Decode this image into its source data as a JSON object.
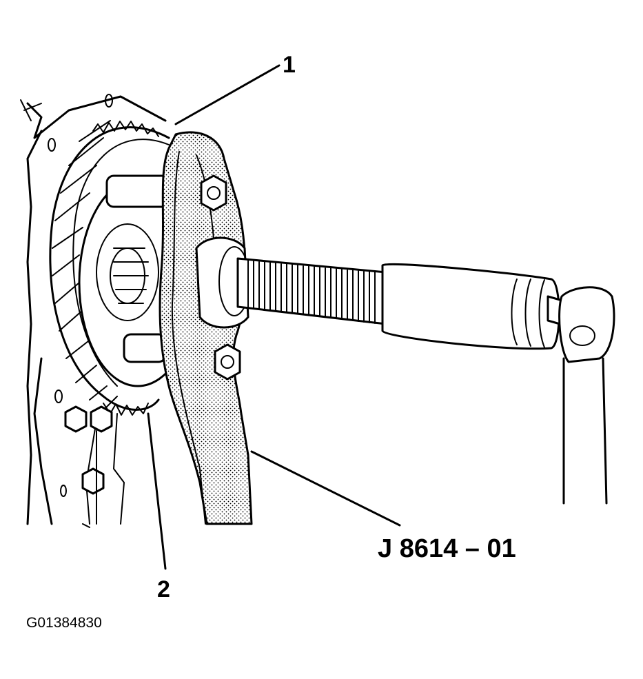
{
  "callouts": {
    "item1": "1",
    "item2": "2",
    "tool_number": "J 8614 – 01"
  },
  "figure_id": "G01384830"
}
